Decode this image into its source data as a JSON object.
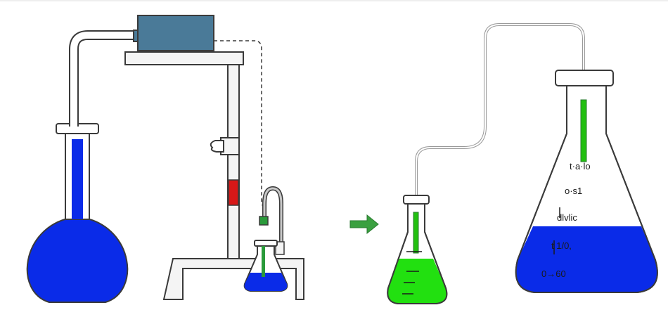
{
  "colors": {
    "background": "#ffffff",
    "outline": "#3a3a3a",
    "blue_liquid": "#0a2be8",
    "green_liquid": "#22e010",
    "pump_box": "#4a7a98",
    "clamp_red": "#d81818",
    "arrow_green": "#3aa040",
    "connector_green": "#2a9a3a",
    "stand": "#f4f4f4",
    "tubing": "#c8c8c8"
  },
  "icons": {
    "flow_arrow": "right-arrow-icon",
    "pump": "pump-box-icon",
    "clamp": "burette-clamp-icon"
  },
  "labels": {
    "small_flask_marks": [
      "",
      "",
      "",
      ""
    ],
    "large_flask_marks": [
      "t·a·lo",
      "o·s1",
      "dlvlic",
      "t 1/0,",
      "0→60"
    ]
  }
}
